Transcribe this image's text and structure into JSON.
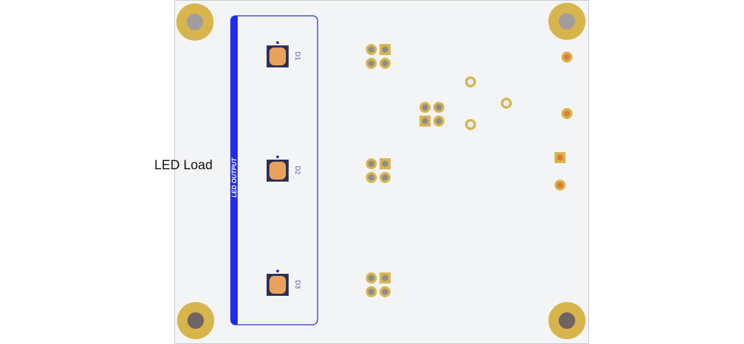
{
  "annotation": {
    "text": "LED Load"
  },
  "board": {
    "silkscreen_label": "LED OUTPUT",
    "leds": [
      {
        "ref": "D1"
      },
      {
        "ref": "D2"
      },
      {
        "ref": "D3"
      }
    ],
    "colors": {
      "board": "#f3f4f5",
      "copper": "#d8b54c",
      "outline": "#2b3bd6",
      "led_pad": "#e9a15c",
      "led_body": "#2c2f55"
    }
  }
}
